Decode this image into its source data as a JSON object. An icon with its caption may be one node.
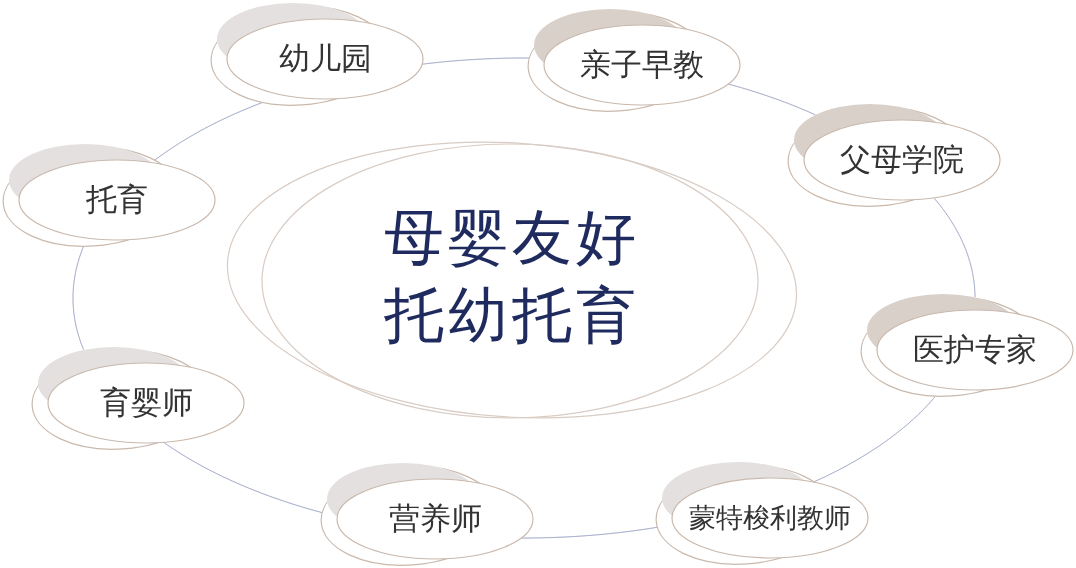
{
  "diagram": {
    "nodes": [
      {
        "text": [
          "母婴友好托幼托育"
        ]
      },
      {
        "text": [
          "幼儿园"
        ]
      },
      {
        "text": [
          "亲子早教"
        ]
      },
      {
        "text": [
          "父母学院"
        ]
      },
      {
        "text": [
          "医护专家"
        ]
      },
      {
        "text": [
          "蒙特梭利教师"
        ]
      },
      {
        "text": [
          "营养师"
        ]
      },
      {
        "text": [
          "育婴师"
        ]
      },
      {
        "text": [
          "托育"
        ]
      }
    ],
    "edges": [
      {
        "from": 1,
        "to": 2,
        "arrow": "none"
      },
      {
        "from": 2,
        "to": 3,
        "arrow": "none"
      },
      {
        "from": 3,
        "to": 4,
        "arrow": "none"
      },
      {
        "from": 4,
        "to": 5,
        "arrow": "none"
      },
      {
        "from": 5,
        "to": 6,
        "arrow": "none"
      },
      {
        "from": 6,
        "to": 7,
        "arrow": "none"
      },
      {
        "from": 7,
        "to": 8,
        "arrow": "none"
      },
      {
        "from": 8,
        "to": 1,
        "arrow": "none"
      }
    ]
  }
}
